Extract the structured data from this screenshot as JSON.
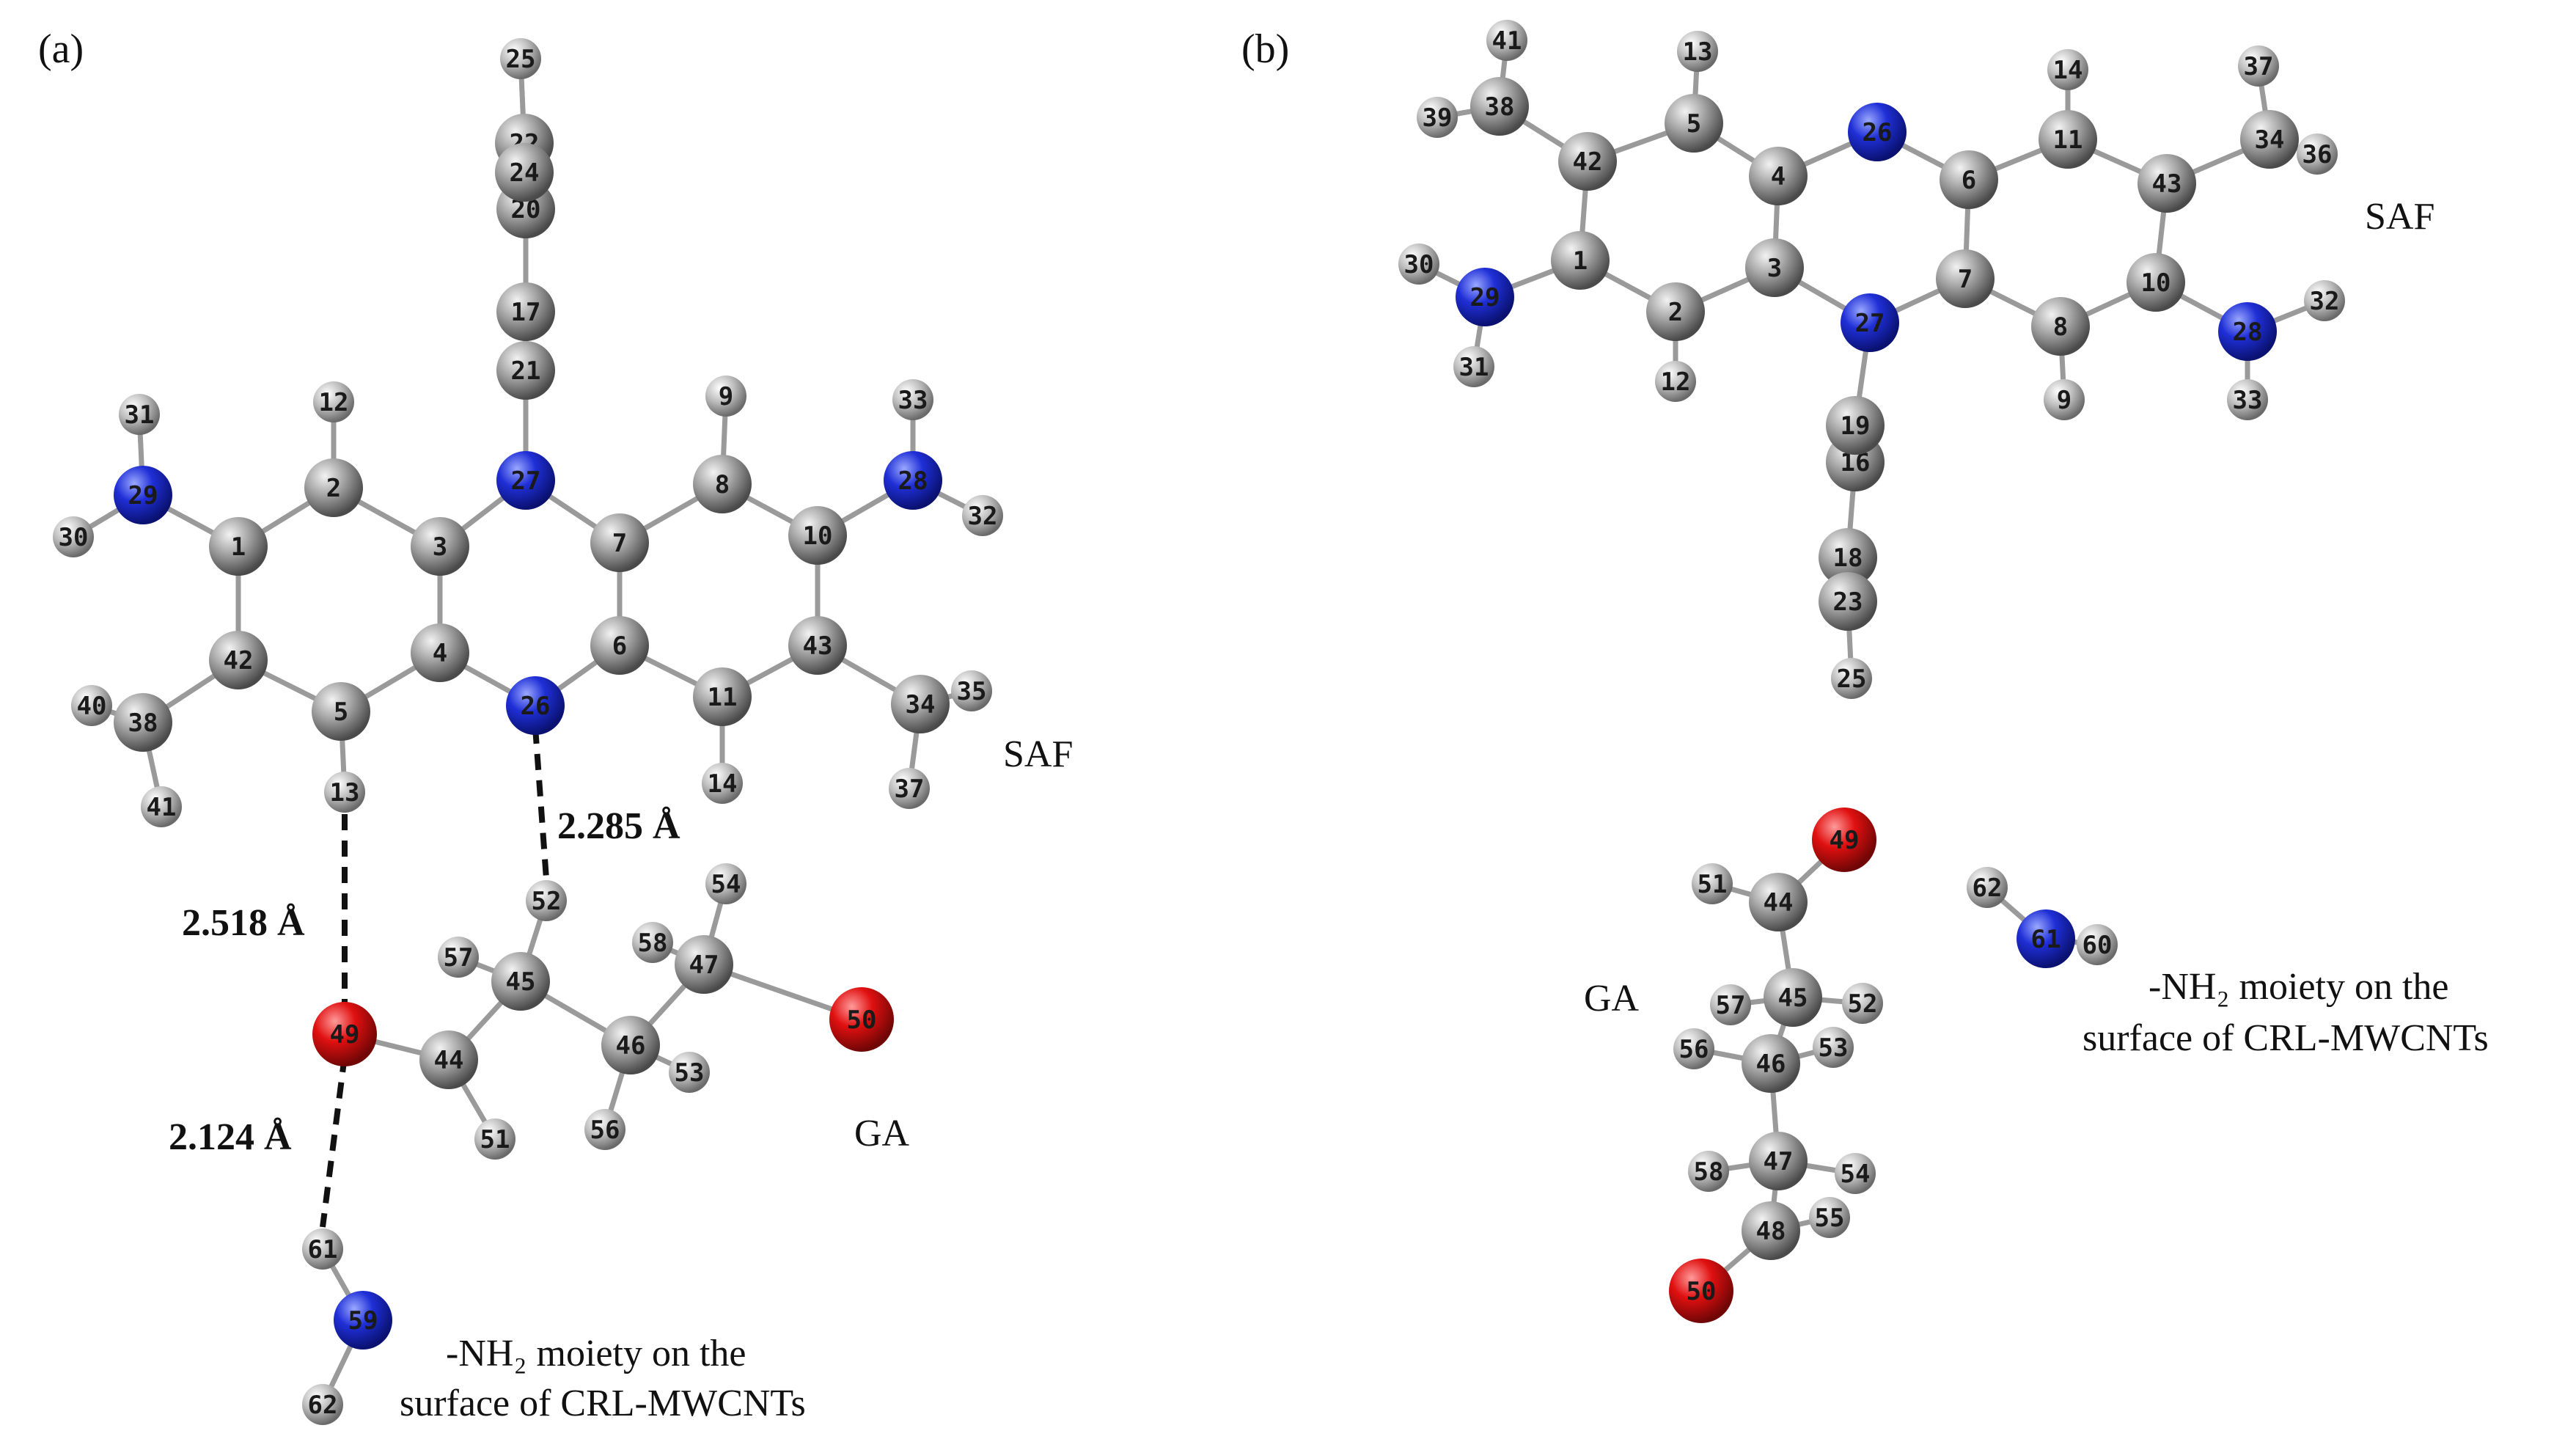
{
  "panels": {
    "a": {
      "label": "(a)",
      "molecule_labels": {
        "saf": "SAF",
        "ga": "GA",
        "nh2_line1": "-NH₂ moiety on the",
        "nh2_line2": "surface of CRL-MWCNTs"
      },
      "distances": {
        "d1": "2.518 Å",
        "d2": "2.285 Å",
        "d3": "2.124 Å"
      }
    },
    "b": {
      "label": "(b)",
      "molecule_labels": {
        "saf": "SAF",
        "ga": "GA",
        "nh2_line1": "-NH₂ moiety on the",
        "nh2_line2": "surface of CRL-MWCNTs"
      }
    }
  },
  "colors": {
    "carbon": "#8c8c8c",
    "hydrogen": "#a9a9a9",
    "nitrogen": "#1f2fd6",
    "oxygen": "#e01010"
  },
  "atoms_a": [
    {
      "n": "1",
      "e": "C"
    },
    {
      "n": "2",
      "e": "C"
    },
    {
      "n": "3",
      "e": "C"
    },
    {
      "n": "4",
      "e": "C"
    },
    {
      "n": "5",
      "e": "C"
    },
    {
      "n": "6",
      "e": "C"
    },
    {
      "n": "7",
      "e": "C"
    },
    {
      "n": "8",
      "e": "C"
    },
    {
      "n": "9",
      "e": "H"
    },
    {
      "n": "10",
      "e": "C"
    },
    {
      "n": "11",
      "e": "C"
    },
    {
      "n": "12",
      "e": "H"
    },
    {
      "n": "13",
      "e": "H"
    },
    {
      "n": "14",
      "e": "H"
    },
    {
      "n": "17",
      "e": "C"
    },
    {
      "n": "20",
      "e": "C"
    },
    {
      "n": "21",
      "e": "C"
    },
    {
      "n": "22",
      "e": "C"
    },
    {
      "n": "24",
      "e": "C"
    },
    {
      "n": "25",
      "e": "H"
    },
    {
      "n": "26",
      "e": "N"
    },
    {
      "n": "27",
      "e": "N"
    },
    {
      "n": "28",
      "e": "N"
    },
    {
      "n": "29",
      "e": "N"
    },
    {
      "n": "30",
      "e": "H"
    },
    {
      "n": "31",
      "e": "H"
    },
    {
      "n": "32",
      "e": "H"
    },
    {
      "n": "33",
      "e": "H"
    },
    {
      "n": "34",
      "e": "C"
    },
    {
      "n": "35",
      "e": "H"
    },
    {
      "n": "37",
      "e": "H"
    },
    {
      "n": "38",
      "e": "C"
    },
    {
      "n": "40",
      "e": "H"
    },
    {
      "n": "41",
      "e": "H"
    },
    {
      "n": "42",
      "e": "C"
    },
    {
      "n": "43",
      "e": "C"
    },
    {
      "n": "44",
      "e": "C"
    },
    {
      "n": "45",
      "e": "C"
    },
    {
      "n": "46",
      "e": "C"
    },
    {
      "n": "47",
      "e": "C"
    },
    {
      "n": "49",
      "e": "O"
    },
    {
      "n": "50",
      "e": "O"
    },
    {
      "n": "51",
      "e": "H"
    },
    {
      "n": "52",
      "e": "H"
    },
    {
      "n": "53",
      "e": "H"
    },
    {
      "n": "54",
      "e": "H"
    },
    {
      "n": "56",
      "e": "H"
    },
    {
      "n": "57",
      "e": "H"
    },
    {
      "n": "58",
      "e": "H"
    },
    {
      "n": "59",
      "e": "N"
    },
    {
      "n": "61",
      "e": "H"
    },
    {
      "n": "62",
      "e": "H"
    }
  ],
  "atoms_b": [
    {
      "n": "1",
      "e": "C"
    },
    {
      "n": "2",
      "e": "C"
    },
    {
      "n": "3",
      "e": "C"
    },
    {
      "n": "4",
      "e": "C"
    },
    {
      "n": "5",
      "e": "C"
    },
    {
      "n": "6",
      "e": "C"
    },
    {
      "n": "7",
      "e": "C"
    },
    {
      "n": "8",
      "e": "C"
    },
    {
      "n": "9",
      "e": "H"
    },
    {
      "n": "10",
      "e": "C"
    },
    {
      "n": "11",
      "e": "C"
    },
    {
      "n": "12",
      "e": "H"
    },
    {
      "n": "13",
      "e": "H"
    },
    {
      "n": "14",
      "e": "H"
    },
    {
      "n": "16",
      "e": "C"
    },
    {
      "n": "18",
      "e": "C"
    },
    {
      "n": "19",
      "e": "C"
    },
    {
      "n": "23",
      "e": "C"
    },
    {
      "n": "25",
      "e": "H"
    },
    {
      "n": "26",
      "e": "N"
    },
    {
      "n": "27",
      "e": "N"
    },
    {
      "n": "28",
      "e": "N"
    },
    {
      "n": "29",
      "e": "N"
    },
    {
      "n": "30",
      "e": "H"
    },
    {
      "n": "31",
      "e": "H"
    },
    {
      "n": "32",
      "e": "H"
    },
    {
      "n": "33",
      "e": "H"
    },
    {
      "n": "34",
      "e": "C"
    },
    {
      "n": "36",
      "e": "H"
    },
    {
      "n": "37",
      "e": "H"
    },
    {
      "n": "38",
      "e": "C"
    },
    {
      "n": "39",
      "e": "H"
    },
    {
      "n": "41",
      "e": "H"
    },
    {
      "n": "42",
      "e": "C"
    },
    {
      "n": "43",
      "e": "C"
    },
    {
      "n": "44",
      "e": "C"
    },
    {
      "n": "45",
      "e": "C"
    },
    {
      "n": "46",
      "e": "C"
    },
    {
      "n": "47",
      "e": "C"
    },
    {
      "n": "48",
      "e": "C"
    },
    {
      "n": "49",
      "e": "O"
    },
    {
      "n": "50",
      "e": "O"
    },
    {
      "n": "51",
      "e": "H"
    },
    {
      "n": "52",
      "e": "H"
    },
    {
      "n": "53",
      "e": "H"
    },
    {
      "n": "54",
      "e": "H"
    },
    {
      "n": "55",
      "e": "H"
    },
    {
      "n": "56",
      "e": "H"
    },
    {
      "n": "57",
      "e": "H"
    },
    {
      "n": "58",
      "e": "H"
    },
    {
      "n": "61",
      "e": "N"
    },
    {
      "n": "60",
      "e": "H"
    },
    {
      "n": "62",
      "e": "H"
    }
  ]
}
